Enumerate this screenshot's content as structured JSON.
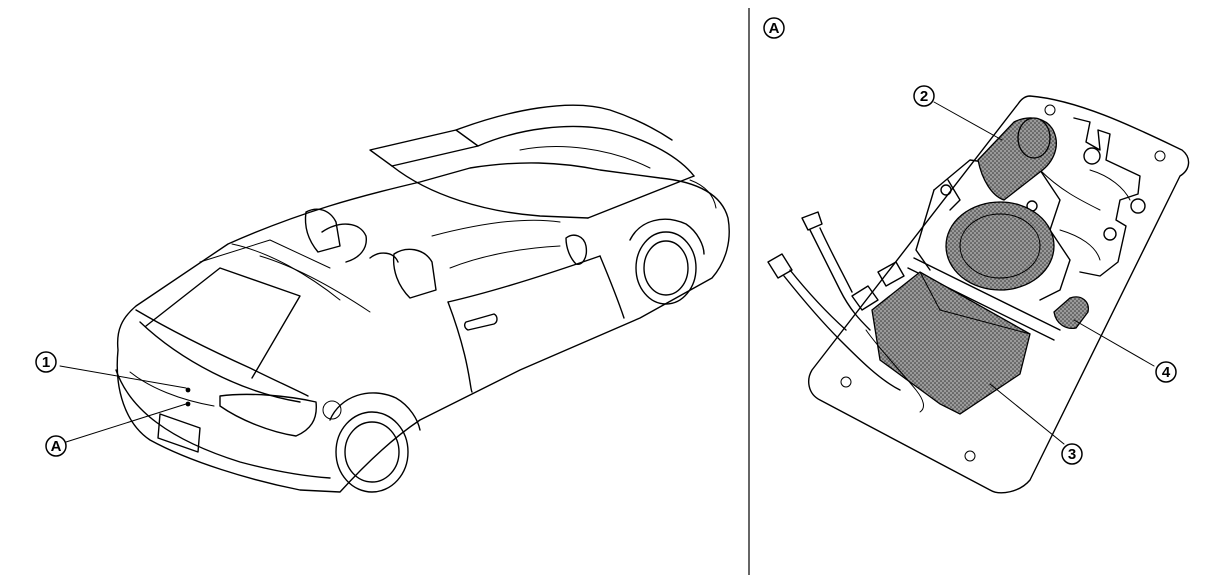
{
  "left_view": {
    "callouts": [
      {
        "id": "callout-1",
        "label": "1"
      },
      {
        "id": "callout-a-left",
        "label": "A"
      }
    ]
  },
  "detail_view": {
    "heading_label": "A",
    "callouts": [
      {
        "id": "callout-2",
        "label": "2"
      },
      {
        "id": "callout-3",
        "label": "3"
      },
      {
        "id": "callout-4",
        "label": "4"
      }
    ]
  },
  "colors": {
    "line": "#000000",
    "background": "#ffffff",
    "part_fill": "#7a7a7a"
  }
}
